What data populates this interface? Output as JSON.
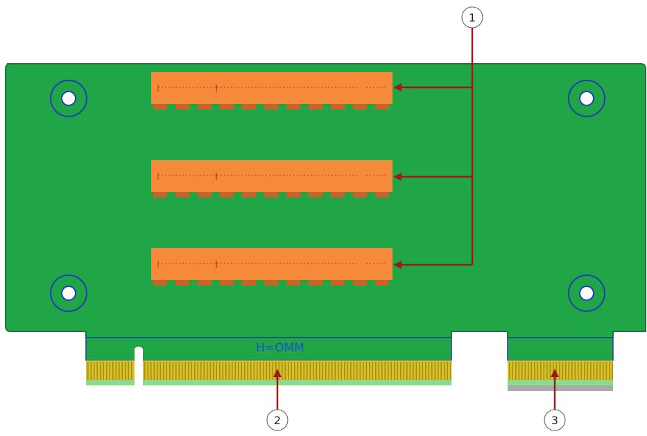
{
  "callouts": [
    {
      "id": "slots",
      "label": "1"
    },
    {
      "id": "edge-connector-main",
      "label": "2"
    },
    {
      "id": "edge-connector-side",
      "label": "3"
    }
  ],
  "board_label": "H=OMM",
  "colors": {
    "board": "#21a647",
    "board_edge": "#157a33",
    "slot": "#f58b3a",
    "slot_shadow": "#c8642a",
    "gold": "#d8c12a",
    "arrow": "#9b1b1b",
    "ring": "#1f3fb5",
    "text_blue": "#1f4fd1"
  }
}
